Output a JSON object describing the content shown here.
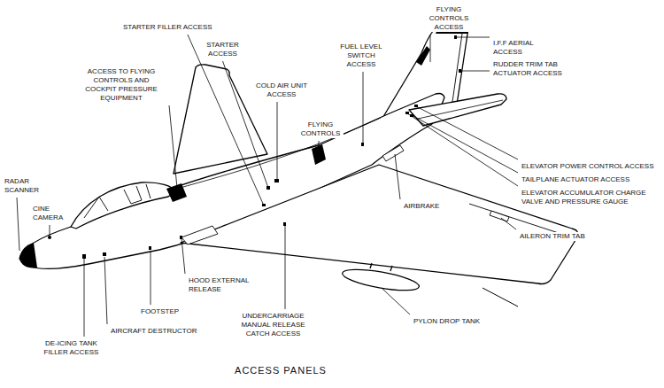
{
  "diagram": {
    "caption": "ACCESS PANELS",
    "labels": [
      "FLYING CONTROLS ACCESS",
      "STARTER FILLER ACCESS",
      "STARTER ACCESS",
      "I.F.F AERIAL ACCESS",
      "FUEL LEVEL SWITCH ACCESS",
      "RUDDER TRIM TAB ACTUATOR ACCESS",
      "ACCESS TO FLYING CONTROLS AND COCKPIT PRESSURE EQUIPMENT",
      "COLD AIR UNIT ACCESS",
      "FLYING CONTROLS",
      "ELEVATOR POWER CONTROL ACCESS",
      "RADAR SCANNER",
      "TAILPLANE ACTUATOR ACCESS",
      "ELEVATOR ACCUMULATOR CHARGE VALVE AND PRESSURE GAUGE",
      "AIRBRAKE",
      "CINE CAMERA",
      "AILERON TRIM TAB",
      "HOOD EXTERNAL RELEASE",
      "FOOTSTEP",
      "UNDERCARRIAGE MANUAL RELEASE CATCH ACCESS",
      "PYLON DROP TANK",
      "AIRCRAFT DESTRUCTOR",
      "DE-ICING TANK FILLER ACCESS"
    ]
  }
}
